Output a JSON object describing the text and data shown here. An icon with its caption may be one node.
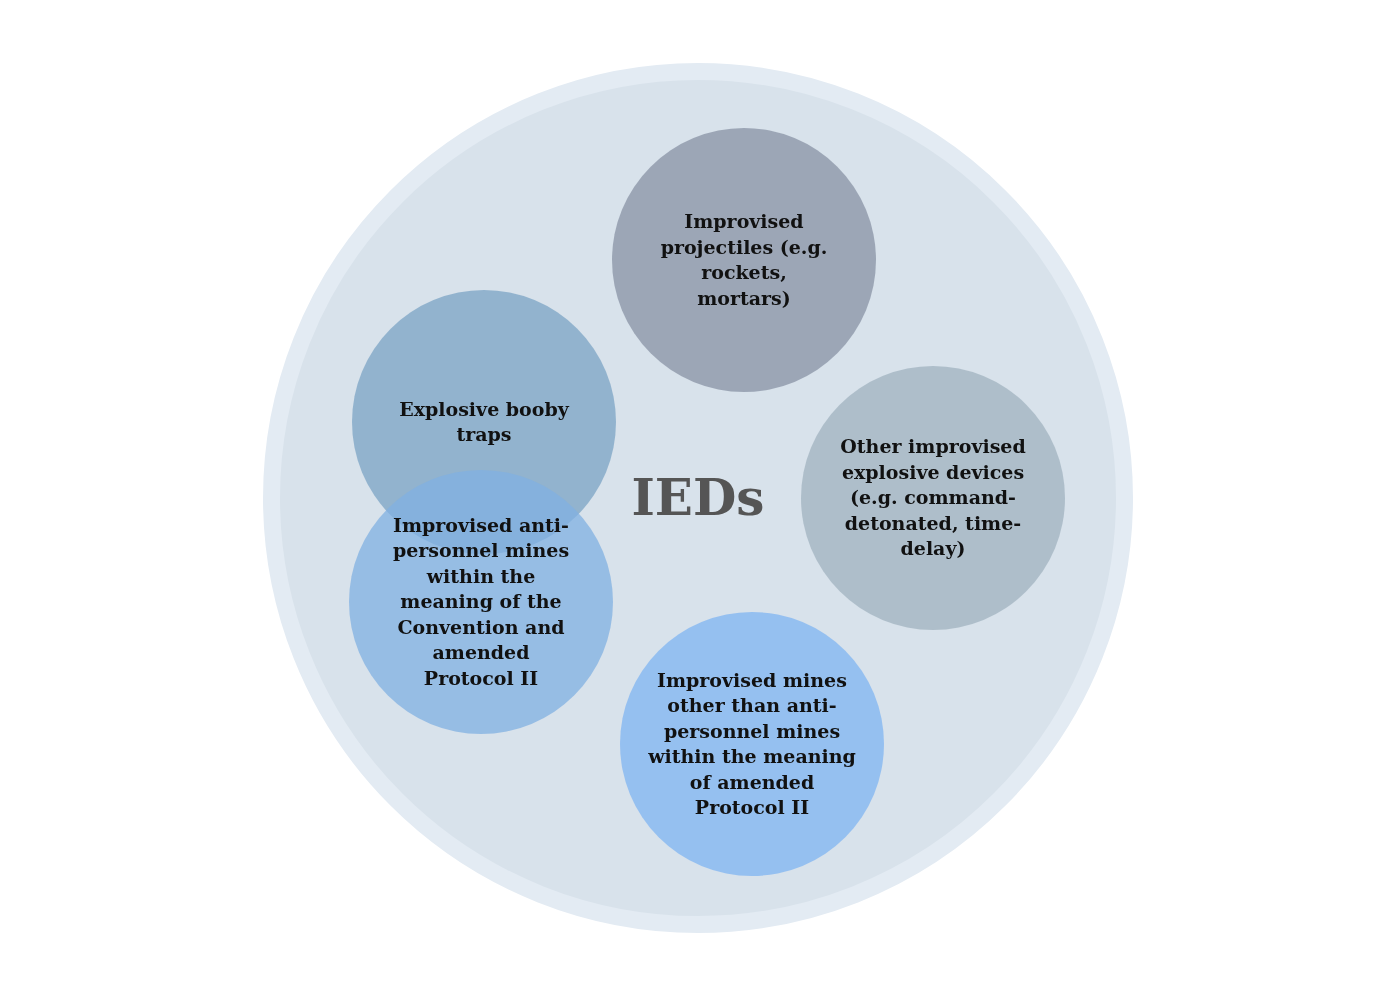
{
  "diagram": {
    "nodes": [
      {
        "text": [
          "IEDs"
        ]
      },
      {
        "text": [
          "Improvised projectiles (e.g. rockets, mortars)"
        ],
        "in": 0
      },
      {
        "text": [
          "Explosive booby traps"
        ],
        "in": 0
      },
      {
        "text": [
          "Other improvised explosive devices (e.g. command-detonated, time-delay)"
        ],
        "in": 0
      },
      {
        "text": [
          "Improvised anti-personnel mines within the meaning of the Convention and amended Protocol II"
        ],
        "in": 0
      },
      {
        "text": [
          "Improvised mines other than anti-personnel mines within the meaning of amended Protocol II"
        ],
        "in": 0
      }
    ]
  }
}
